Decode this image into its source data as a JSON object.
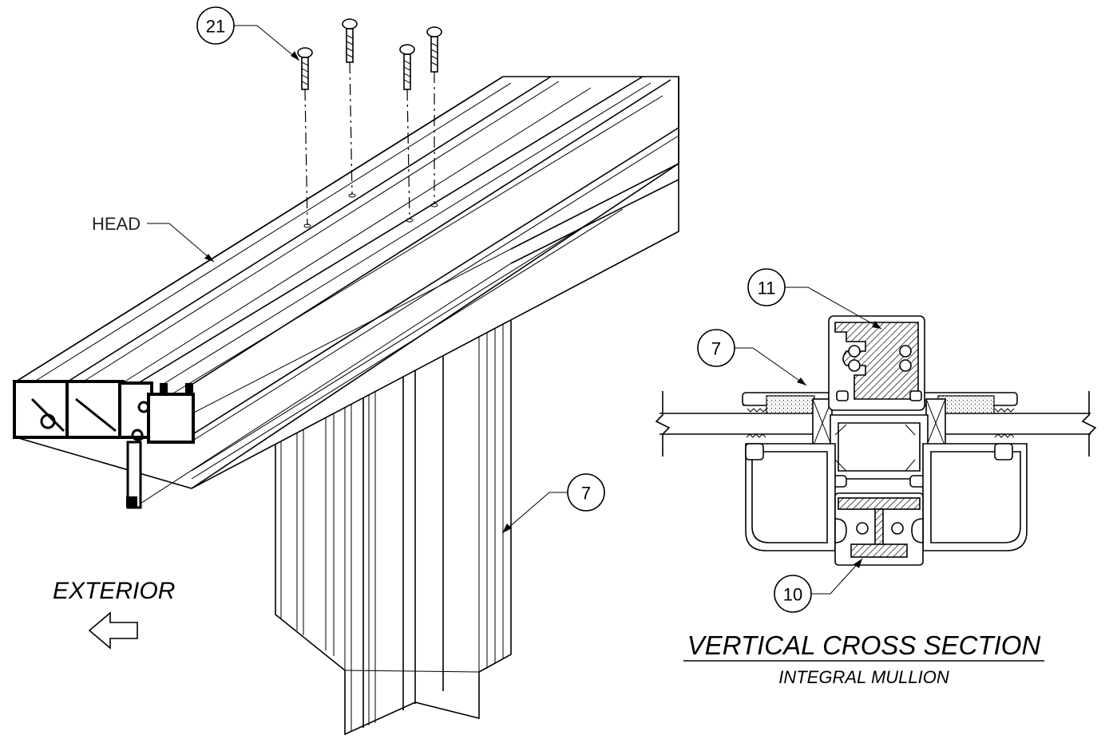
{
  "callouts": {
    "screw": "21",
    "head": "HEAD",
    "mullion_iso": "7",
    "section_mullion": "7",
    "section_top": "11",
    "section_bottom": "10"
  },
  "labels": {
    "exterior": "EXTERIOR",
    "section_title": "VERTICAL CROSS SECTION",
    "section_subtitle": "INTEGRAL MULLION"
  },
  "icons": {
    "direction_arrow": "left-arrow-icon",
    "screw": "screw-icon"
  },
  "colors": {
    "line": "#000000",
    "background": "#ffffff"
  }
}
